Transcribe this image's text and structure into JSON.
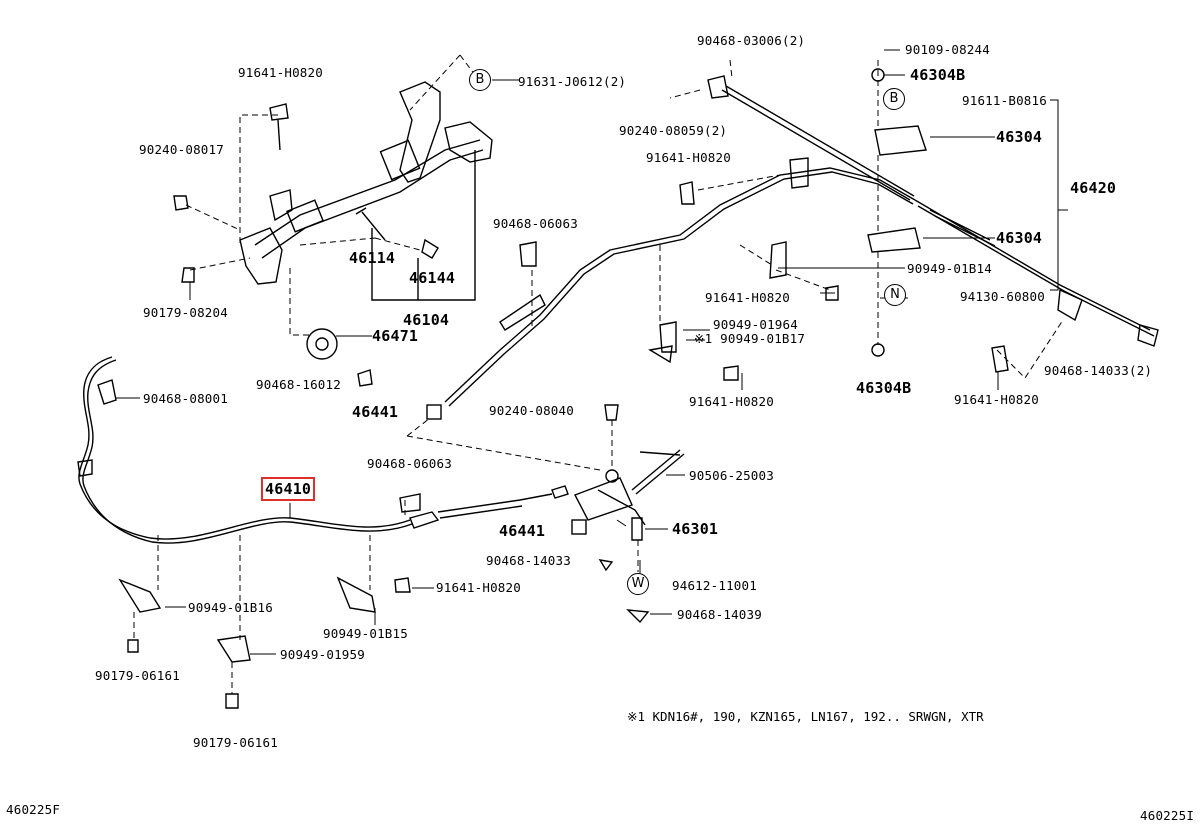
{
  "diagram_code_left": "460225F",
  "diagram_code_right": "460225I",
  "note": "※1 KDN16#, 190, KZN165, LN167, 192.. SRWGN, XTR",
  "labels": {
    "p91641_h0820_a": "91641-H0820",
    "p91631_j0612": "91631-J0612(2)",
    "p90240_08017": "90240-08017",
    "p46114": "46114",
    "p46144": "46144",
    "p46104": "46104",
    "p90179_08204": "90179-08204",
    "p46471": "46471",
    "p90468_16012": "90468-16012",
    "p90468_08001": "90468-08001",
    "p46441_a": "46441",
    "p46410": "46410",
    "p90468_06063_a": "90468-06063",
    "p90468_06063_b": "90468-06063",
    "p90949_01b16": "90949-01B16",
    "p90179_06161_a": "90179-06161",
    "p90949_01959": "90949-01959",
    "p90179_06161_b": "90179-06161",
    "p90949_01b15": "90949-01B15",
    "p91641_h0820_b": "91641-H0820",
    "p90240_08040": "90240-08040",
    "p90506_25003": "90506-25003",
    "p46441_b": "46441",
    "p46301": "46301",
    "p90468_14033_a": "90468-14033",
    "p94612_11001": "94612-11001",
    "p90468_14039": "90468-14039",
    "p90468_03006": "90468-03006(2)",
    "p90240_08059": "90240-08059(2)",
    "p91641_h0820_c": "91641-H0820",
    "p90109_08244": "90109-08244",
    "p46304b_a": "46304B",
    "p91611_b0816": "91611-B0816",
    "p46304_a": "46304",
    "p46420": "46420",
    "p46304_b": "46304",
    "p90949_01b14": "90949-01B14",
    "p91641_h0820_d": "91641-H0820",
    "p94130_60800": "94130-60800",
    "p90949_01964": "90949-01964",
    "p90949_01b17": "※1 90949-01B17",
    "p91641_h0820_e": "91641-H0820",
    "p46304b_b": "46304B",
    "p91641_h0820_f": "91641-H0820",
    "p90468_14033_b": "90468-14033(2)"
  },
  "callouts": {
    "b1": "B",
    "b2": "B",
    "n": "N",
    "w": "W"
  },
  "highlight_color": "#e0302a"
}
